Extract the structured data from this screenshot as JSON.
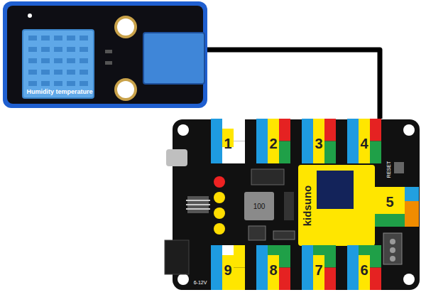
{
  "diagram": {
    "nodes": [
      {
        "text": [
          "Humidity temperature"
        ]
      },
      {
        "text": [
          "1"
        ]
      },
      {
        "text": [
          "2"
        ]
      },
      {
        "text": [
          "3"
        ]
      },
      {
        "text": [
          "4"
        ]
      },
      {
        "text": [
          "5"
        ]
      },
      {
        "text": [
          "9"
        ]
      },
      {
        "text": [
          "8"
        ]
      },
      {
        "text": [
          "7"
        ]
      },
      {
        "text": [
          "6"
        ]
      }
    ],
    "edges": [
      {
        "from": 0,
        "to": 4,
        "arrow": "none"
      }
    ],
    "labels": [
      "kidsuno",
      "RESET",
      "6-12V",
      "100"
    ]
  }
}
